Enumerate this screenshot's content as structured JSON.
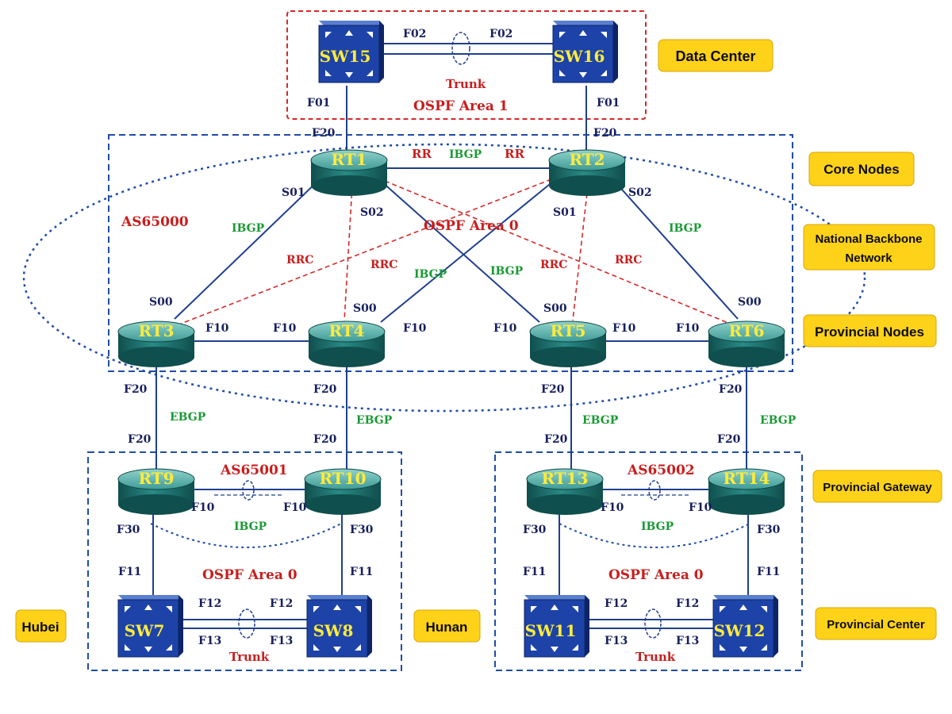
{
  "colors": {
    "link_blue": "#1f3f8f",
    "dashed_blue": "#1f4da8",
    "dashed_red": "#d42a2a",
    "label_navy": "#18205e",
    "label_green": "#1a9a34",
    "label_red": "#c81e1e",
    "device_text": "#ffeb3b",
    "badge_fill": "#ffd21a",
    "badge_stroke": "#d8a400",
    "router_top": "#2f8a86",
    "switch_fill": "#1d43a8"
  },
  "regions": {
    "data_center": {
      "area_label": "OSPF Area 1"
    },
    "core": {
      "as_label": "AS65000",
      "area_label": "OSPF Area 0"
    },
    "hubei_hunan": {
      "as_label": "AS65001",
      "area_label": "OSPF Area 0"
    },
    "right_province": {
      "as_label": "AS65002",
      "area_label": "OSPF Area 0"
    }
  },
  "side_labels": {
    "data_center": "Data Center",
    "core_nodes": "Core Nodes",
    "national_backbone_line1": "National Backbone",
    "national_backbone_line2": "Network",
    "provincial_nodes": "Provincial Nodes",
    "provincial_gateway": "Provincial Gateway",
    "provincial_center": "Provincial Center",
    "hubei": "Hubei",
    "hunan": "Hunan"
  },
  "devices": {
    "sw15": "SW15",
    "sw16": "SW16",
    "rt1": "RT1",
    "rt2": "RT2",
    "rt3": "RT3",
    "rt4": "RT4",
    "rt5": "RT5",
    "rt6": "RT6",
    "rt9": "RT9",
    "rt10": "RT10",
    "rt13": "RT13",
    "rt14": "RT14",
    "sw7": "SW7",
    "sw8": "SW8",
    "sw11": "SW11",
    "sw12": "SW12"
  },
  "link_labels": {
    "trunk": "Trunk",
    "ibgp": "IBGP",
    "ebgp": "EBGP",
    "rr": "RR",
    "rrc": "RRC"
  },
  "ports": {
    "f01": "F01",
    "f02": "F02",
    "f10": "F10",
    "f11": "F11",
    "f12": "F12",
    "f13": "F13",
    "f20": "F20",
    "f30": "F30",
    "s00": "S00",
    "s01": "S01",
    "s02": "S02"
  }
}
